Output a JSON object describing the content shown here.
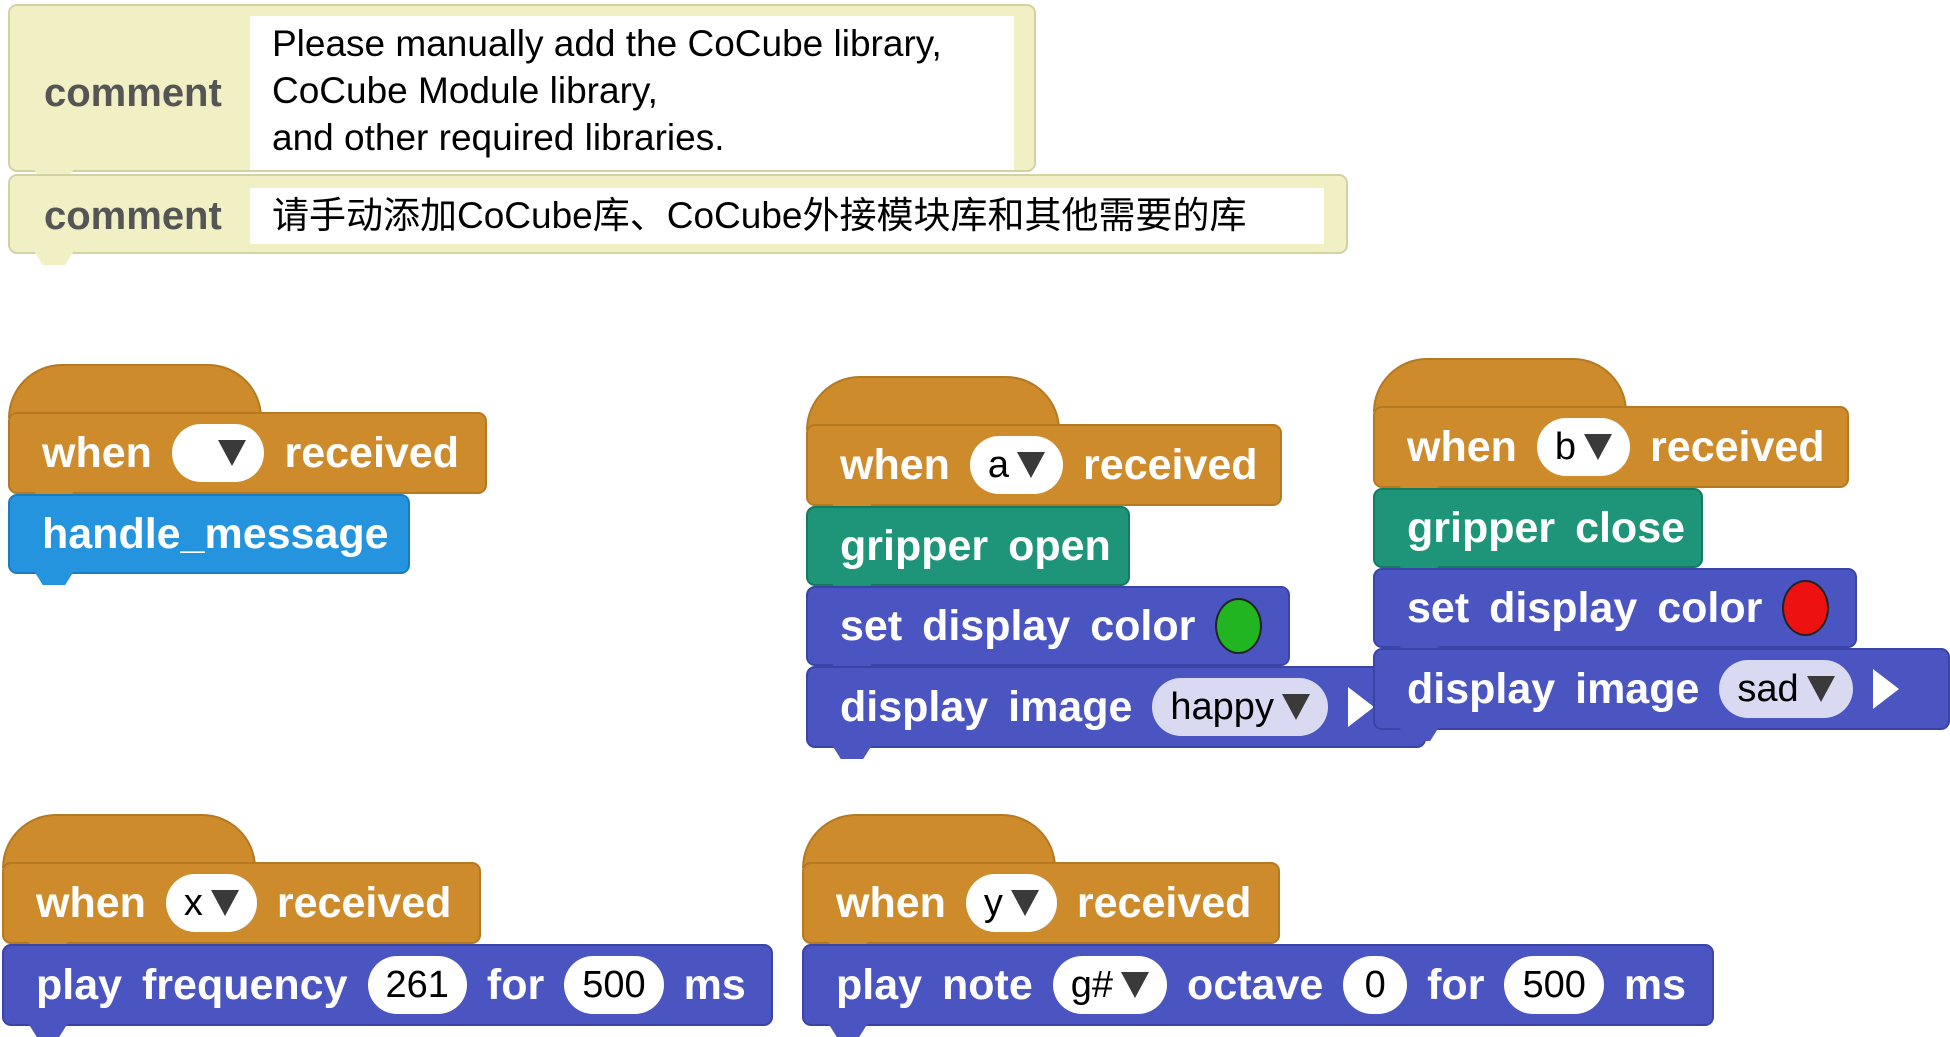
{
  "comments": [
    {
      "label": "comment",
      "text": "Please manually add the CoCube library,\nCoCube Module library,\nand other required libraries."
    },
    {
      "label": "comment",
      "text": "请手动添加CoCube库、CoCube外接模块库和其他需要的库"
    }
  ],
  "scripts": {
    "handler": {
      "hat": {
        "prefix": "when",
        "value": "",
        "suffix": "received"
      },
      "command": "handle_message"
    },
    "a": {
      "hat": {
        "prefix": "when",
        "value": "a",
        "suffix": "received"
      },
      "gripper": "gripper open",
      "color_label": "set display color",
      "color": "#22b522",
      "image_label": "display image",
      "image": "happy"
    },
    "b": {
      "hat": {
        "prefix": "when",
        "value": "b",
        "suffix": "received"
      },
      "gripper": "gripper close",
      "color_label": "set display color",
      "color": "#ee1111",
      "image_label": "display image",
      "image": "sad"
    },
    "x": {
      "hat": {
        "prefix": "when",
        "value": "x",
        "suffix": "received"
      },
      "play_label": "play frequency",
      "frequency": "261",
      "for_label": "for",
      "duration": "500",
      "unit": "ms"
    },
    "y": {
      "hat": {
        "prefix": "when",
        "value": "y",
        "suffix": "received"
      },
      "play_label": "play note",
      "note": "g#",
      "octave_label": "octave",
      "octave": "0",
      "for_label": "for",
      "duration": "500",
      "unit": "ms"
    }
  }
}
